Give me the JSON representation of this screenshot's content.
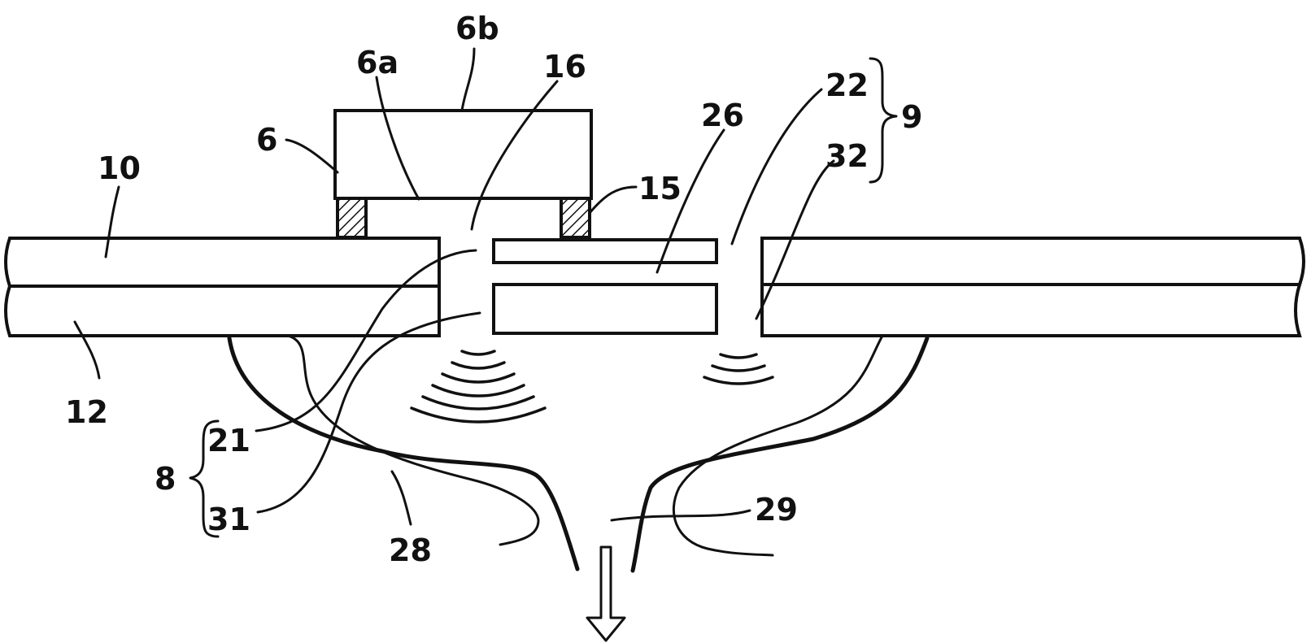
{
  "diagram": {
    "labels": {
      "l6b": "6b",
      "l6a": "6a",
      "l16": "16",
      "l6": "6",
      "l10": "10",
      "l15": "15",
      "l26": "26",
      "l22": "22",
      "l32": "32",
      "l9": "9",
      "l12": "12",
      "l8": "8",
      "l21": "21",
      "l31": "31",
      "l28": "28",
      "l29": "29"
    },
    "stroke_color": "#111111",
    "background_color": "#ffffff"
  }
}
